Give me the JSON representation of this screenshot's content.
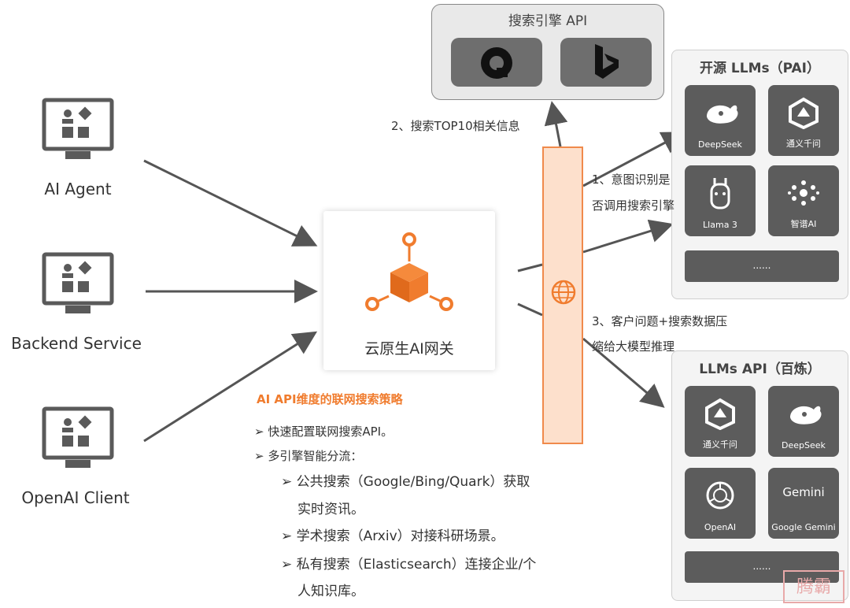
{
  "clients": [
    {
      "label": "AI Agent"
    },
    {
      "label": "Backend Service"
    },
    {
      "label": "OpenAI Client"
    }
  ],
  "gateway": {
    "label": "云原生AI网关"
  },
  "search_panel": {
    "title": "搜索引擎 API"
  },
  "open_llms": {
    "title": "开源 LLMs（PAI）",
    "tiles": [
      "DeepSeek",
      "通义千问",
      "Llama 3",
      "智谱AI"
    ],
    "more": "......"
  },
  "api_llms": {
    "title": "LLMs API（百炼）",
    "tiles": [
      "通义千问",
      "DeepSeek",
      "OpenAI",
      "Google Gemini"
    ],
    "gemini_logo": "Gemini",
    "more": "......"
  },
  "notes": {
    "step2": "2、搜索TOP10相关信息",
    "step1_line1": "1、意图识别是",
    "step1_line2": "否调用搜索引擎",
    "step3_line1": "3、客户问题+搜索数据压",
    "step3_line2": "缩给大模型推理"
  },
  "strategy": {
    "title": "AI API维度的联网搜索策略",
    "bullets": [
      "➢ 快速配置联网搜索API。",
      "➢ 多引擎智能分流："
    ],
    "sub_bullets": [
      "➢ 公共搜索（Google/Bing/Quark）获取",
      "实时资讯。",
      "➢ 学术搜索（Arxiv）对接科研场景。",
      "➢ 私有搜索（Elasticsearch）连接企业/个",
      "人知识库。"
    ]
  },
  "watermark": "腾霸",
  "colors": {
    "accent": "#f07c2e",
    "tile": "#5c5c5c",
    "plugin_fill": "#fde0cc"
  }
}
